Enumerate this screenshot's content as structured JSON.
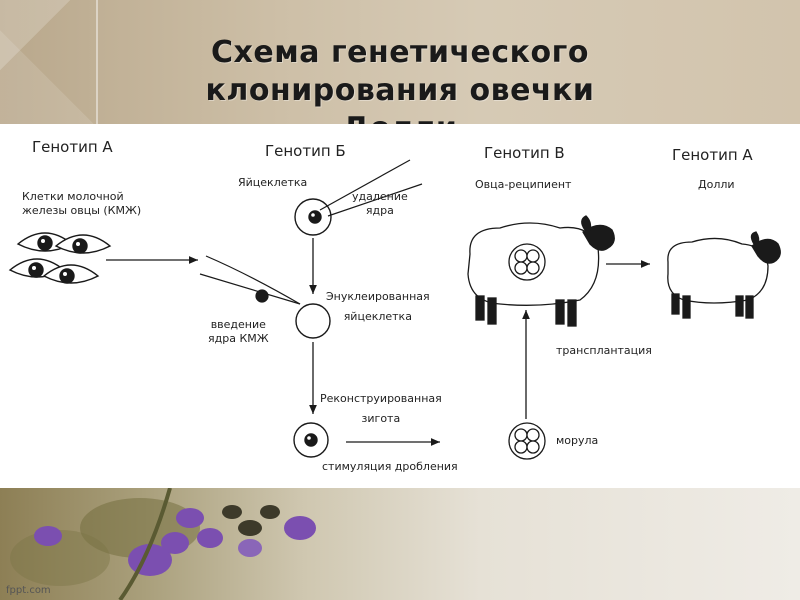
{
  "slide": {
    "title": "Схема генетического клонирования овечки Долли",
    "watermark": "fppt.com"
  },
  "diagram": {
    "genotype_a": "Генотип А",
    "mammary_cells": [
      "Клетки молочной",
      "железы овцы (КМЖ)"
    ],
    "genotype_b": "Генотип Б",
    "egg_cell": "Яйцеклетка",
    "nucleus_removal": [
      "удаление",
      "ядра"
    ],
    "insertion": [
      "введение",
      "ядра КМЖ"
    ],
    "enucleated_egg": [
      "Энуклеированная",
      "яйцеклетка"
    ],
    "reconstructed_zygote": [
      "Реконструированная",
      "зигота"
    ],
    "cleavage_stimulation": "стимуляция дробления",
    "morula": "морула",
    "transplantation": "трансплантация",
    "genotype_v": "Генотип В",
    "recipient_sheep": "Овца-реципиент",
    "genotype_a2": "Генотип А",
    "dolly": "Долли"
  },
  "colors": {
    "header_bg": "#cdbfa7",
    "line": "#1a1a1a"
  }
}
